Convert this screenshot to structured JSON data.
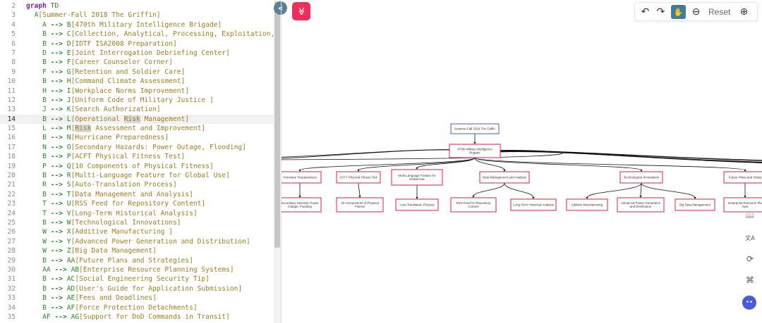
{
  "editor": {
    "lines": [
      {
        "num": "2",
        "segments": [
          {
            "c": "kw",
            "t": "graph"
          },
          {
            "c": "",
            "t": " "
          },
          {
            "c": "dir",
            "t": "TD"
          }
        ]
      },
      {
        "num": "3",
        "segments": [
          {
            "c": "",
            "t": "  "
          },
          {
            "c": "id",
            "t": "A"
          },
          {
            "c": "txt",
            "t": "[Summer-Fall 2018 The Griffin]"
          }
        ]
      },
      {
        "num": "4",
        "segments": [
          {
            "c": "",
            "t": "    "
          },
          {
            "c": "id",
            "t": "A"
          },
          {
            "c": "arrow",
            "t": " --> "
          },
          {
            "c": "id",
            "t": "B"
          },
          {
            "c": "txt",
            "t": "[470th Military Intelligence Brigade]"
          }
        ]
      },
      {
        "num": "5",
        "segments": [
          {
            "c": "",
            "t": "    "
          },
          {
            "c": "id",
            "t": "B"
          },
          {
            "c": "arrow",
            "t": " --> "
          },
          {
            "c": "id",
            "t": "C"
          },
          {
            "c": "txt",
            "t": "[Collection, Analytical, Processing, Exploitation, Disse"
          }
        ]
      },
      {
        "num": "6",
        "segments": [
          {
            "c": "",
            "t": "    "
          },
          {
            "c": "id",
            "t": "B"
          },
          {
            "c": "arrow",
            "t": " --> "
          },
          {
            "c": "id",
            "t": "D"
          },
          {
            "c": "txt",
            "t": "[IDTF ISA2008 Preparation]"
          }
        ]
      },
      {
        "num": "7",
        "segments": [
          {
            "c": "",
            "t": "    "
          },
          {
            "c": "id",
            "t": "D"
          },
          {
            "c": "arrow",
            "t": " --> "
          },
          {
            "c": "id",
            "t": "E"
          },
          {
            "c": "txt",
            "t": "[Joint Interrogation Debriefing Center]"
          }
        ]
      },
      {
        "num": "8",
        "segments": [
          {
            "c": "",
            "t": "    "
          },
          {
            "c": "id",
            "t": "B"
          },
          {
            "c": "arrow",
            "t": " --> "
          },
          {
            "c": "id",
            "t": "F"
          },
          {
            "c": "txt",
            "t": "[Career Counselor Corner]"
          }
        ]
      },
      {
        "num": "9",
        "segments": [
          {
            "c": "",
            "t": "    "
          },
          {
            "c": "id",
            "t": "F"
          },
          {
            "c": "arrow",
            "t": " --> "
          },
          {
            "c": "id",
            "t": "G"
          },
          {
            "c": "txt",
            "t": "[Retention and Soldier Care]"
          }
        ]
      },
      {
        "num": "10",
        "segments": [
          {
            "c": "",
            "t": "    "
          },
          {
            "c": "id",
            "t": "B"
          },
          {
            "c": "arrow",
            "t": " --> "
          },
          {
            "c": "id",
            "t": "H"
          },
          {
            "c": "txt",
            "t": "[Command Climate Assessment]"
          }
        ]
      },
      {
        "num": "11",
        "segments": [
          {
            "c": "",
            "t": "    "
          },
          {
            "c": "id",
            "t": "H"
          },
          {
            "c": "arrow",
            "t": " --> "
          },
          {
            "c": "id",
            "t": "I"
          },
          {
            "c": "txt",
            "t": "[Workplace Norms Improvement]"
          }
        ]
      },
      {
        "num": "12",
        "segments": [
          {
            "c": "",
            "t": "    "
          },
          {
            "c": "id",
            "t": "B"
          },
          {
            "c": "arrow",
            "t": " --> "
          },
          {
            "c": "id",
            "t": "J"
          },
          {
            "c": "txt",
            "t": "[Uniform Code of Military Justice ]"
          }
        ]
      },
      {
        "num": "13",
        "segments": [
          {
            "c": "",
            "t": "    "
          },
          {
            "c": "id",
            "t": "J"
          },
          {
            "c": "arrow",
            "t": " --> "
          },
          {
            "c": "id",
            "t": "K"
          },
          {
            "c": "txt",
            "t": "[Search Authorization]"
          }
        ]
      },
      {
        "num": "14",
        "active": true,
        "segments": [
          {
            "c": "",
            "t": "    "
          },
          {
            "c": "id",
            "t": "B"
          },
          {
            "c": "arrow",
            "t": " --> "
          },
          {
            "c": "id",
            "t": "L"
          },
          {
            "c": "txt",
            "t": "[Operational "
          },
          {
            "c": "txt hl",
            "t": "Risk"
          },
          {
            "c": "txt",
            "t": " Management]"
          }
        ]
      },
      {
        "num": "15",
        "segments": [
          {
            "c": "",
            "t": "    "
          },
          {
            "c": "id",
            "t": "L"
          },
          {
            "c": "arrow",
            "t": " --> "
          },
          {
            "c": "id",
            "t": "M"
          },
          {
            "c": "txt",
            "t": "["
          },
          {
            "c": "txt hl",
            "t": "Risk"
          },
          {
            "c": "txt",
            "t": " Assessment and Improvement]"
          }
        ]
      },
      {
        "num": "16",
        "segments": [
          {
            "c": "",
            "t": "    "
          },
          {
            "c": "id",
            "t": "B"
          },
          {
            "c": "arrow",
            "t": " --> "
          },
          {
            "c": "id",
            "t": "N"
          },
          {
            "c": "txt",
            "t": "[Hurricane Preparedness]"
          }
        ]
      },
      {
        "num": "17",
        "segments": [
          {
            "c": "",
            "t": "    "
          },
          {
            "c": "id",
            "t": "N"
          },
          {
            "c": "arrow",
            "t": " --> "
          },
          {
            "c": "id",
            "t": "O"
          },
          {
            "c": "txt",
            "t": "[Secondary Hazards: Power Outage, Flooding]"
          }
        ]
      },
      {
        "num": "18",
        "segments": [
          {
            "c": "",
            "t": "    "
          },
          {
            "c": "id",
            "t": "B"
          },
          {
            "c": "arrow",
            "t": " --> "
          },
          {
            "c": "id",
            "t": "P"
          },
          {
            "c": "txt",
            "t": "[ACFT Physical Fitness Test]"
          }
        ]
      },
      {
        "num": "19",
        "segments": [
          {
            "c": "",
            "t": "    "
          },
          {
            "c": "id",
            "t": "P"
          },
          {
            "c": "arrow",
            "t": " --> "
          },
          {
            "c": "id",
            "t": "Q"
          },
          {
            "c": "txt",
            "t": "[10 Components of Physical Fitness]"
          }
        ]
      },
      {
        "num": "20",
        "segments": [
          {
            "c": "",
            "t": "    "
          },
          {
            "c": "id",
            "t": "B"
          },
          {
            "c": "arrow",
            "t": " --> "
          },
          {
            "c": "id",
            "t": "R"
          },
          {
            "c": "txt",
            "t": "[Multi-Language Feature for Global Use]"
          }
        ]
      },
      {
        "num": "21",
        "segments": [
          {
            "c": "",
            "t": "    "
          },
          {
            "c": "id",
            "t": "R"
          },
          {
            "c": "arrow",
            "t": " --> "
          },
          {
            "c": "id",
            "t": "S"
          },
          {
            "c": "txt",
            "t": "[Auto-Translation Process]"
          }
        ]
      },
      {
        "num": "22",
        "segments": [
          {
            "c": "",
            "t": "    "
          },
          {
            "c": "id",
            "t": "B"
          },
          {
            "c": "arrow",
            "t": " --> "
          },
          {
            "c": "id",
            "t": "T"
          },
          {
            "c": "txt",
            "t": "[Data Management and Analysis]"
          }
        ]
      },
      {
        "num": "23",
        "segments": [
          {
            "c": "",
            "t": "    "
          },
          {
            "c": "id",
            "t": "T"
          },
          {
            "c": "arrow",
            "t": " --> "
          },
          {
            "c": "id",
            "t": "U"
          },
          {
            "c": "txt",
            "t": "[RSS Feed for Repository Content]"
          }
        ]
      },
      {
        "num": "24",
        "segments": [
          {
            "c": "",
            "t": "    "
          },
          {
            "c": "id",
            "t": "T"
          },
          {
            "c": "arrow",
            "t": " --> "
          },
          {
            "c": "id",
            "t": "V"
          },
          {
            "c": "txt",
            "t": "[Long-Term Historical Analysis]"
          }
        ]
      },
      {
        "num": "25",
        "segments": [
          {
            "c": "",
            "t": "    "
          },
          {
            "c": "id",
            "t": "B"
          },
          {
            "c": "arrow",
            "t": " --> "
          },
          {
            "c": "id",
            "t": "W"
          },
          {
            "c": "txt",
            "t": "[Technological Innovations]"
          }
        ]
      },
      {
        "num": "26",
        "segments": [
          {
            "c": "",
            "t": "    "
          },
          {
            "c": "id",
            "t": "W"
          },
          {
            "c": "arrow",
            "t": " --> "
          },
          {
            "c": "id",
            "t": "X"
          },
          {
            "c": "txt",
            "t": "[Additive Manufacturing ]"
          }
        ]
      },
      {
        "num": "27",
        "segments": [
          {
            "c": "",
            "t": "    "
          },
          {
            "c": "id",
            "t": "W"
          },
          {
            "c": "arrow",
            "t": " --> "
          },
          {
            "c": "id",
            "t": "Y"
          },
          {
            "c": "txt",
            "t": "[Advanced Power Generation and Distribution]"
          }
        ]
      },
      {
        "num": "28",
        "segments": [
          {
            "c": "",
            "t": "    "
          },
          {
            "c": "id",
            "t": "W"
          },
          {
            "c": "arrow",
            "t": " --> "
          },
          {
            "c": "id",
            "t": "Z"
          },
          {
            "c": "txt",
            "t": "[Big Data Management]"
          }
        ]
      },
      {
        "num": "29",
        "segments": [
          {
            "c": "",
            "t": "    "
          },
          {
            "c": "id",
            "t": "B"
          },
          {
            "c": "arrow",
            "t": " --> "
          },
          {
            "c": "id",
            "t": "AA"
          },
          {
            "c": "txt",
            "t": "[Future Plans and Strategies]"
          }
        ]
      },
      {
        "num": "30",
        "segments": [
          {
            "c": "",
            "t": "    "
          },
          {
            "c": "id",
            "t": "AA"
          },
          {
            "c": "arrow",
            "t": " --> "
          },
          {
            "c": "id",
            "t": "AB"
          },
          {
            "c": "txt",
            "t": "[Enterprise Resource Planning Systems]"
          }
        ]
      },
      {
        "num": "31",
        "segments": [
          {
            "c": "",
            "t": "    "
          },
          {
            "c": "id",
            "t": "B"
          },
          {
            "c": "arrow",
            "t": " --> "
          },
          {
            "c": "id",
            "t": "AC"
          },
          {
            "c": "txt",
            "t": "[Social Engineering Security Tip]"
          }
        ]
      },
      {
        "num": "32",
        "segments": [
          {
            "c": "",
            "t": "    "
          },
          {
            "c": "id",
            "t": "B"
          },
          {
            "c": "arrow",
            "t": " --> "
          },
          {
            "c": "id",
            "t": "AD"
          },
          {
            "c": "txt",
            "t": "[User's Guide for Application Submission]"
          }
        ]
      },
      {
        "num": "33",
        "segments": [
          {
            "c": "",
            "t": "    "
          },
          {
            "c": "id",
            "t": "B"
          },
          {
            "c": "arrow",
            "t": " --> "
          },
          {
            "c": "id",
            "t": "AE"
          },
          {
            "c": "txt",
            "t": "[Fees and Deadlines]"
          }
        ]
      },
      {
        "num": "34",
        "segments": [
          {
            "c": "",
            "t": "    "
          },
          {
            "c": "id",
            "t": "B"
          },
          {
            "c": "arrow",
            "t": " --> "
          },
          {
            "c": "id",
            "t": "AF"
          },
          {
            "c": "txt",
            "t": "[Force Protection Detachments]"
          }
        ]
      },
      {
        "num": "35",
        "segments": [
          {
            "c": "",
            "t": "    "
          },
          {
            "c": "id",
            "t": "AF"
          },
          {
            "c": "arrow",
            "t": " --> "
          },
          {
            "c": "id",
            "t": "AG"
          },
          {
            "c": "txt",
            "t": "[Support for DoD Commands in Transit]"
          }
        ]
      }
    ]
  },
  "toolbar": {
    "undo_icon": "↶",
    "redo_icon": "↷",
    "pan_icon": "✋",
    "zoom_out_icon": "⊖",
    "reset_label": "Reset",
    "zoom_in_icon": "⊕"
  },
  "menu_button_icon": "≫",
  "collapse_icon": "«",
  "side_icons": {
    "book": "📖",
    "translate": "文A",
    "sync": "⟳",
    "apps": "⌘",
    "assistant": "••"
  },
  "diagram": {
    "nodes": [
      {
        "id": "A",
        "label": [
          "Summer-Fall 2018 The Griffin"
        ],
        "root": true
      },
      {
        "id": "B",
        "label": [
          "470th Military Intelligence",
          "Brigade"
        ],
        "root": false
      },
      {
        "id": "N",
        "label": [
          "Hurricane Preparedness"
        ],
        "root": false
      },
      {
        "id": "P",
        "label": [
          "ACFT Physical Fitness Test"
        ],
        "root": false
      },
      {
        "id": "R",
        "label": [
          "Multi-Language Feature for",
          "Global Use"
        ],
        "root": false
      },
      {
        "id": "T",
        "label": [
          "Data Management and Analysis"
        ],
        "root": false
      },
      {
        "id": "W",
        "label": [
          "Technological Innovations"
        ],
        "root": false
      },
      {
        "id": "AA",
        "label": [
          "Future Plans and Strate"
        ],
        "root": false
      },
      {
        "id": "O",
        "label": [
          "Secondary Hazards: Power",
          "Outage, Flooding"
        ],
        "root": false
      },
      {
        "id": "Q",
        "label": [
          "10 Components of Physical",
          "Fitness"
        ],
        "root": false
      },
      {
        "id": "S",
        "label": [
          "Auto-Translation Process"
        ],
        "root": false
      },
      {
        "id": "U",
        "label": [
          "RSS Feed for Repository",
          "Content"
        ],
        "root": false
      },
      {
        "id": "V",
        "label": [
          "Long-Term Historical Analysis"
        ],
        "root": false
      },
      {
        "id": "X",
        "label": [
          "Additive Manufacturing"
        ],
        "root": false
      },
      {
        "id": "Y",
        "label": [
          "Advanced Power Generation",
          "and Distribution"
        ],
        "root": false
      },
      {
        "id": "Z",
        "label": [
          "Big Data Management"
        ],
        "root": false
      },
      {
        "id": "AB",
        "label": [
          "Enterprise Resource Pla",
          "Syst"
        ],
        "root": false
      }
    ],
    "edges": [
      [
        "A",
        "B"
      ],
      [
        "B",
        "N"
      ],
      [
        "B",
        "P"
      ],
      [
        "B",
        "R"
      ],
      [
        "B",
        "T"
      ],
      [
        "B",
        "W"
      ],
      [
        "B",
        "AA"
      ],
      [
        "N",
        "O"
      ],
      [
        "P",
        "Q"
      ],
      [
        "R",
        "S"
      ],
      [
        "T",
        "U"
      ],
      [
        "T",
        "V"
      ],
      [
        "W",
        "X"
      ],
      [
        "W",
        "Y"
      ],
      [
        "W",
        "Z"
      ],
      [
        "AA",
        "AB"
      ]
    ]
  }
}
